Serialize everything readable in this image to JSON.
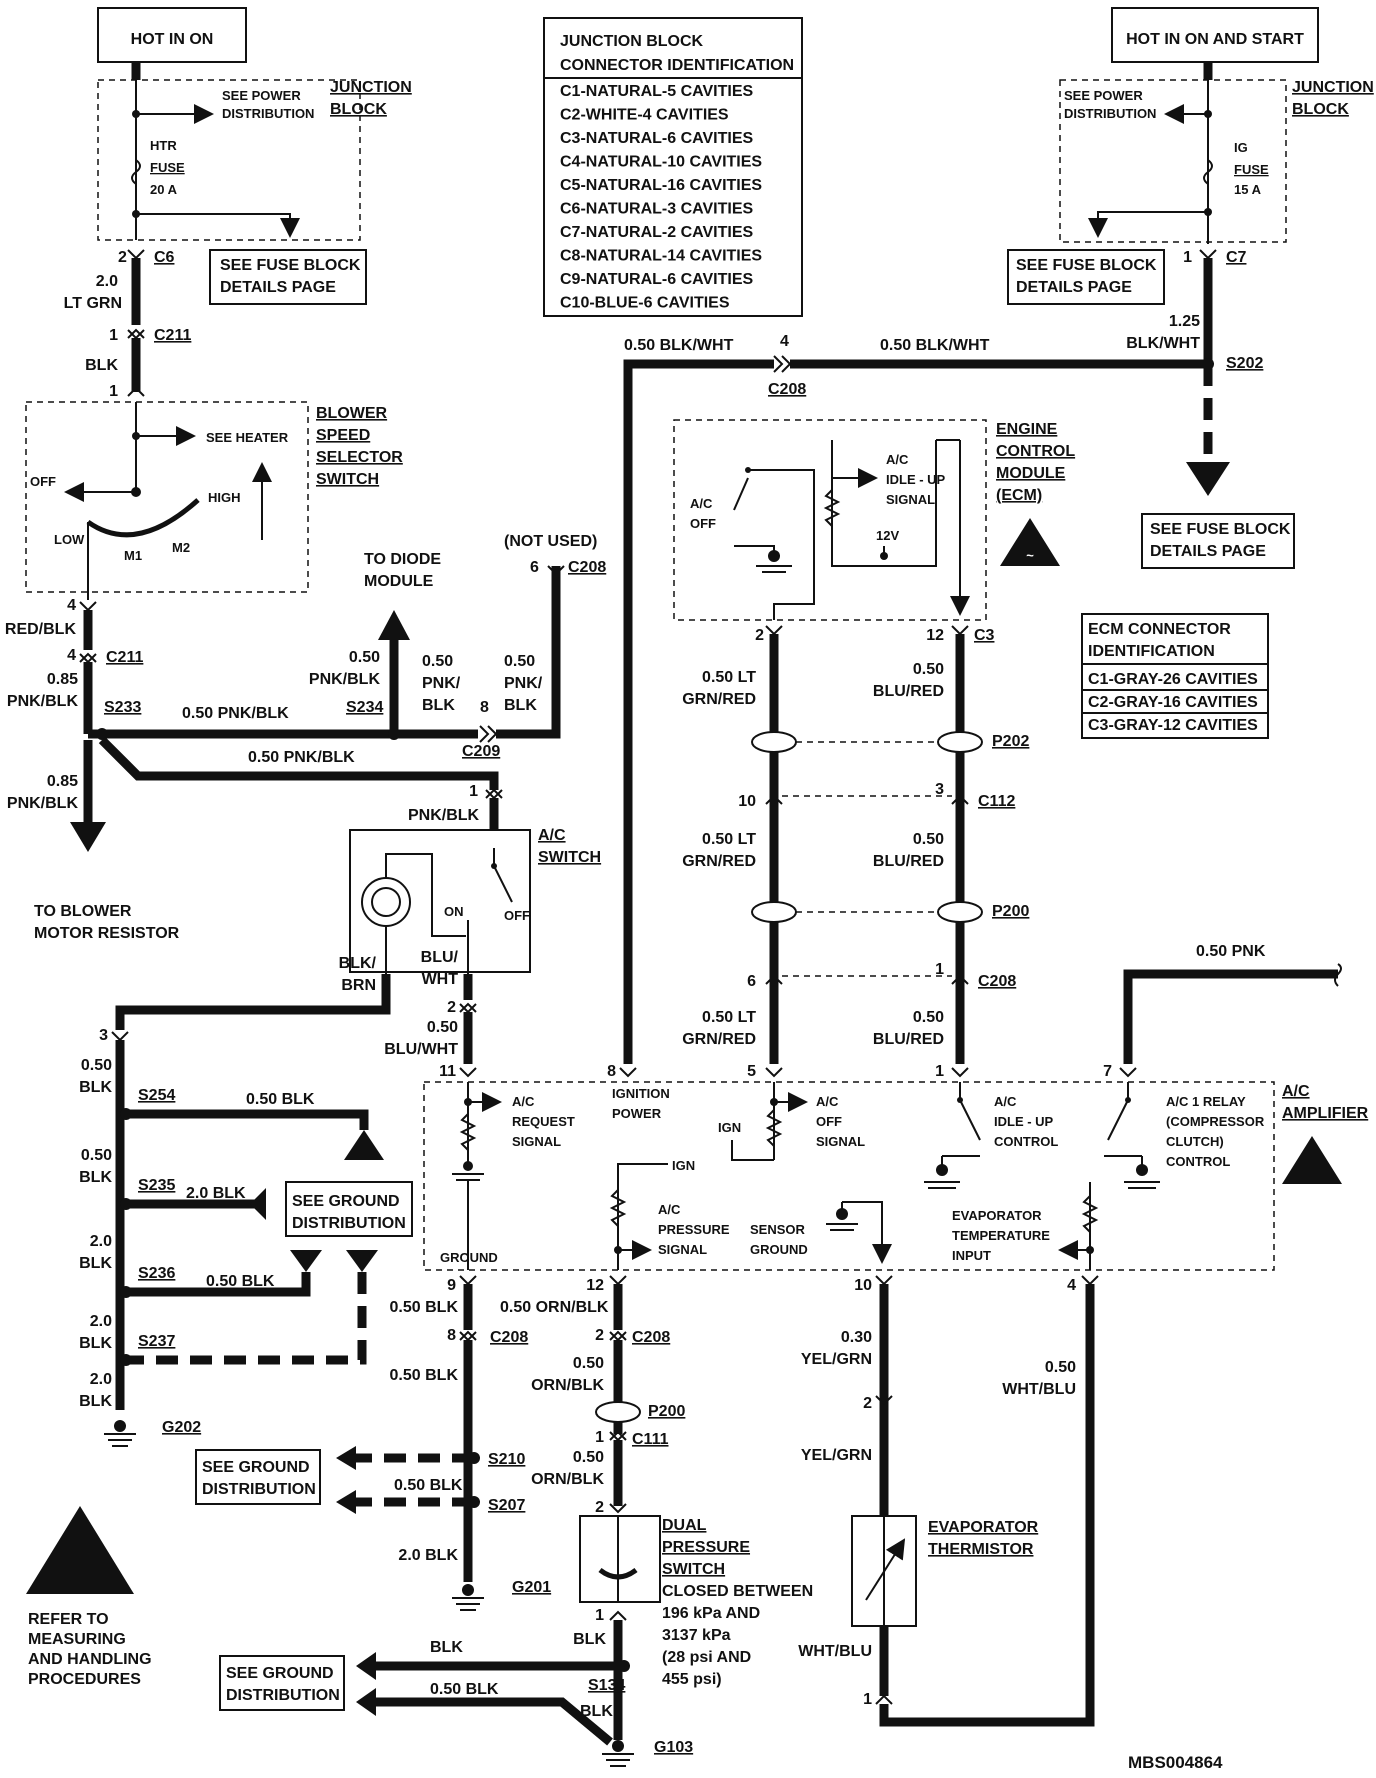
{
  "labels": {
    "hot_in_on": "HOT IN ON",
    "hot_in_on_start": "HOT IN ON AND START",
    "junction_block_left": [
      "JUNCTION",
      "BLOCK"
    ],
    "junction_block_right": [
      "JUNCTION",
      "BLOCK"
    ],
    "see_power_dist_left": [
      "SEE POWER",
      "DISTRIBUTION"
    ],
    "see_power_dist_right": [
      "SEE POWER",
      "DISTRIBUTION"
    ],
    "htr_fuse": [
      "HTR",
      "FUSE",
      "20 A"
    ],
    "ig_fuse": [
      "IG",
      "FUSE",
      "15 A"
    ],
    "see_fuse_block_1": [
      "SEE FUSE BLOCK",
      "DETAILS PAGE"
    ],
    "see_fuse_block_2": [
      "SEE FUSE BLOCK",
      "DETAILS PAGE"
    ],
    "see_fuse_block_3": [
      "SEE FUSE BLOCK",
      "DETAILS PAGE"
    ],
    "blower_switch": [
      "BLOWER",
      "SPEED",
      "SELECTOR",
      "SWITCH"
    ],
    "see_heater": "SEE HEATER",
    "off": "OFF",
    "high": "HIGH",
    "low": "LOW",
    "m1": "M1",
    "m2": "M2",
    "to_diode": [
      "TO DIODE",
      "MODULE"
    ],
    "not_used": "(NOT USED)",
    "to_blower": [
      "TO BLOWER",
      "MOTOR RESISTOR"
    ],
    "ac_switch": [
      "A/C",
      "SWITCH"
    ],
    "on": "ON",
    "ecm": [
      "ENGINE",
      "CONTROL",
      "MODULE",
      "(ECM)"
    ],
    "ac_off_ecm": [
      "A/C",
      "OFF"
    ],
    "ac_idle_up_signal": [
      "A/C",
      "IDLE - UP",
      "SIGNAL"
    ],
    "v12": "12V",
    "ac_amplifier": [
      "A/C",
      "AMPLIFIER"
    ],
    "ac_request": [
      "A/C",
      "REQUEST",
      "SIGNAL"
    ],
    "ignition_power": [
      "IGNITION",
      "POWER"
    ],
    "ign1": "IGN",
    "ign2": "IGN",
    "ac_off_signal": [
      "A/C",
      "OFF",
      "SIGNAL"
    ],
    "ac_idle_up_control": [
      "A/C",
      "IDLE - UP",
      "CONTROL"
    ],
    "ac_relay": [
      "A/C 1 RELAY",
      "(COMPRESSOR",
      "CLUTCH)",
      "CONTROL"
    ],
    "ac_pressure": [
      "A/C",
      "PRESSURE",
      "SIGNAL"
    ],
    "sensor_ground": [
      "SENSOR",
      "GROUND"
    ],
    "evap_temp": [
      "EVAPORATOR",
      "TEMPERATURE",
      "INPUT"
    ],
    "ground": "GROUND",
    "see_ground_1": [
      "SEE GROUND",
      "DISTRIBUTION"
    ],
    "see_ground_2": [
      "SEE GROUND",
      "DISTRIBUTION"
    ],
    "see_ground_3": [
      "SEE GROUND",
      "DISTRIBUTION"
    ],
    "dual_pressure": [
      "DUAL",
      "PRESSURE",
      "SWITCH",
      "CLOSED BETWEEN",
      "196 kPa AND",
      "3137 kPa",
      "(28 psi AND",
      "455 psi)"
    ],
    "evap_thermistor": [
      "EVAPORATOR",
      "THERMISTOR"
    ],
    "refer": [
      "REFER TO",
      "MEASURING",
      "AND HANDLING",
      "PROCEDURES"
    ],
    "code": "MBS004864"
  },
  "junction_table": {
    "title": [
      "JUNCTION BLOCK",
      "CONNECTOR IDENTIFICATION"
    ],
    "rows": [
      "C1-NATURAL-5 CAVITIES",
      "C2-WHITE-4 CAVITIES",
      "C3-NATURAL-6 CAVITIES",
      "C4-NATURAL-10 CAVITIES",
      "C5-NATURAL-16 CAVITIES",
      "C6-NATURAL-3 CAVITIES",
      "C7-NATURAL-2 CAVITIES",
      "C8-NATURAL-14 CAVITIES",
      "C9-NATURAL-6 CAVITIES",
      "C10-BLUE-6 CAVITIES"
    ]
  },
  "ecm_table": {
    "title": [
      "ECM CONNECTOR",
      "IDENTIFICATION"
    ],
    "rows": [
      "C1-GRAY-26 CAVITIES",
      "C2-GRAY-16 CAVITIES",
      "C3-GRAY-12 CAVITIES"
    ]
  },
  "wires": {
    "w_2_0_ltgrn": [
      "2.0",
      "LT GRN"
    ],
    "w_blk_1": "BLK",
    "w_red_blk": "RED/BLK",
    "w_085_pnkblk_a": [
      "0.85",
      "PNK/BLK"
    ],
    "w_050_pnkblk_h": "0.50 PNK/BLK",
    "w_050_pnkblk_h2": "0.50 PNK/BLK",
    "w_050_pnkblk_v1": [
      "0.50",
      "PNK/BLK"
    ],
    "w_050_pnkblk_v2": [
      "0.50",
      "PNK/",
      "BLK"
    ],
    "w_050_pnkblk_v3": [
      "0.50",
      "PNK/",
      "BLK"
    ],
    "w_085_pnkblk_b": [
      "0.85",
      "PNK/BLK"
    ],
    "w_pnkblk_acsw": "PNK/BLK",
    "w_blk_brn": [
      "BLK/",
      "BRN"
    ],
    "w_blu_wht": [
      "BLU/",
      "WHT"
    ],
    "w_050_bluwht": [
      "0.50",
      "BLU/WHT"
    ],
    "w_050_blkwht_a": "0.50 BLK/WHT",
    "w_050_blkwht_b": "0.50 BLK/WHT",
    "w_125_blkwht": [
      "1.25",
      "BLK/WHT"
    ],
    "w_ltgrnred_1": [
      "0.50 LT",
      "GRN/RED"
    ],
    "w_ltgrnred_2": [
      "0.50 LT",
      "GRN/RED"
    ],
    "w_ltgrnred_3": [
      "0.50 LT",
      "GRN/RED"
    ],
    "w_blured_1": [
      "0.50",
      "BLU/RED"
    ],
    "w_blured_2": [
      "0.50",
      "BLU/RED"
    ],
    "w_blured_3": [
      "0.50",
      "BLU/RED"
    ],
    "w_050_pnk": "0.50 PNK",
    "w_050_blk_l1": [
      "0.50",
      "BLK"
    ],
    "w_050_blk_l2": [
      "0.50",
      "BLK"
    ],
    "w_20_blk_1": [
      "2.0",
      "BLK"
    ],
    "w_20_blk_2": [
      "2.0",
      "BLK"
    ],
    "w_20_blk_3": [
      "2.0",
      "BLK"
    ],
    "w_050_blk_s254": "0.50 BLK",
    "w_20_blk_s235": "2.0 BLK",
    "w_050_blk_s236": "0.50 BLK",
    "w_050_blk_g1": "0.50 BLK",
    "w_050_orn_blk": "0.50 ORN/BLK",
    "w_050_blk_g2": "0.50 BLK",
    "w_050_blk_g3": "0.50 BLK",
    "w_20_blk_g201": "2.0 BLK",
    "w_050_ornblk_2": [
      "0.50",
      "ORN/BLK"
    ],
    "w_050_ornblk_3": [
      "0.50",
      "ORN/BLK"
    ],
    "w_030_yelgrn": [
      "0.30",
      "YEL/GRN"
    ],
    "w_yelgrn": "YEL/GRN",
    "w_050_whtblu": [
      "0.50",
      "WHT/BLU"
    ],
    "w_whtblu": "WHT/BLU",
    "w_blk_bot": "BLK",
    "w_blk_bot2": "BLK",
    "w_blk_bot3": "BLK",
    "w_050_blk_bot": "0.50 BLK"
  },
  "connectors": {
    "c6": "C6",
    "c211a": "C211",
    "c211b": "C211",
    "c7": "C7",
    "c208_top": "C208",
    "s202": "S202",
    "c208_nu": "C208",
    "s233": "S233",
    "s234": "S234",
    "c209": "C209",
    "c3": "C3",
    "p202": "P202",
    "c112": "C112",
    "p200a": "P200",
    "c208_mid": "C208",
    "s254": "S254",
    "s235": "S235",
    "s236": "S236",
    "s237": "S237",
    "g202": "G202",
    "c208_b1": "C208",
    "c208_b2": "C208",
    "p200b": "P200",
    "c111": "C111",
    "s210": "S210",
    "s207": "S207",
    "g201": "G201",
    "s134": "S134",
    "g103": "G103"
  },
  "pins": {
    "p2_c6": "2",
    "p1_c211": "1",
    "p1_sw": "1",
    "p4_sw": "4",
    "p4_c211": "4",
    "p1_c7": "1",
    "p4_c208": "4",
    "p6_nu": "6",
    "p8_c209": "8",
    "p1_acsw": "1",
    "p2_ecm": "2",
    "p12_ecm": "12",
    "p10_c112": "10",
    "p3_c112": "3",
    "p6_c208": "6",
    "p1_c208": "1",
    "p3_left": "3",
    "p2_blu": "2",
    "p11": "11",
    "p8": "8",
    "p5": "5",
    "p1": "1",
    "p7": "7",
    "p9": "9",
    "p12": "12",
    "p10": "10",
    "p4": "4",
    "p8_c208b": "8",
    "p2_c208b": "2",
    "p1_c111": "1",
    "p2_dps": "2",
    "p1_dps": "1",
    "p2_th": "2",
    "p1_th": "1"
  }
}
